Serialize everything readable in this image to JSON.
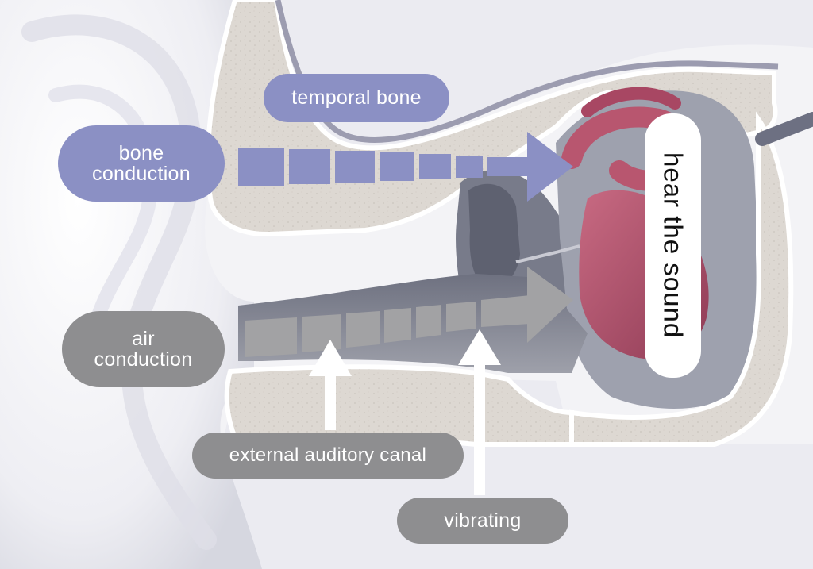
{
  "diagram": {
    "labels": {
      "temporal_bone": "temporal bone",
      "bone_conduction_line1": "bone",
      "bone_conduction_line2": "conduction",
      "air_conduction_line1": "air",
      "air_conduction_line2": "conduction",
      "external_auditory_canal": "external auditory canal",
      "vibrating": "vibrating",
      "hear_the_sound": "hear the sound"
    },
    "colors": {
      "background": "#f3f3f6",
      "bone_conduction": "#8b90c4",
      "air_conduction": "#8e8e90",
      "bone_tissue": "#ddd8d2",
      "cochlea": "#b0566e",
      "canal_gray": "#8a8c96"
    }
  }
}
